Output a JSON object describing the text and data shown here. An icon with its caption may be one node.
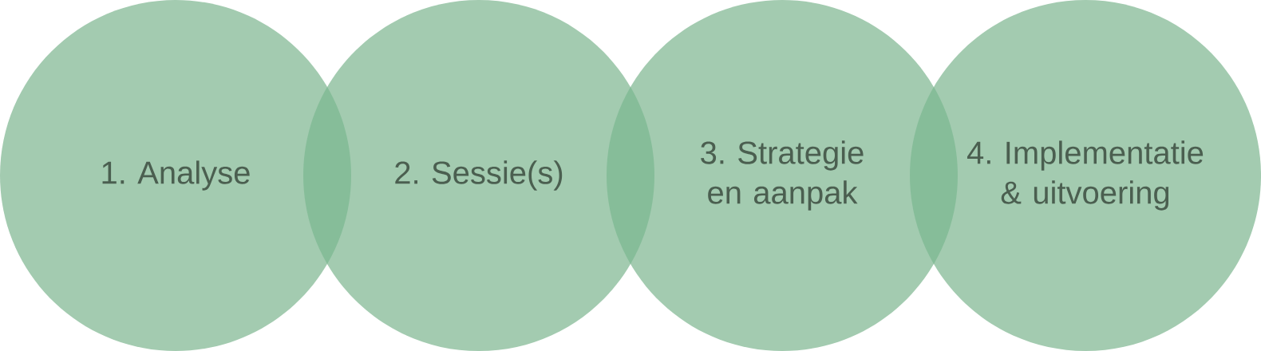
{
  "diagram": {
    "nodes": [
      {
        "text": [
          "1. Analyse"
        ]
      },
      {
        "text": [
          "2. Sessie(s)"
        ]
      },
      {
        "text": [
          "3. Strategie en aanpak"
        ]
      },
      {
        "text": [
          "4. Implementatie & uitvoering"
        ]
      }
    ]
  }
}
